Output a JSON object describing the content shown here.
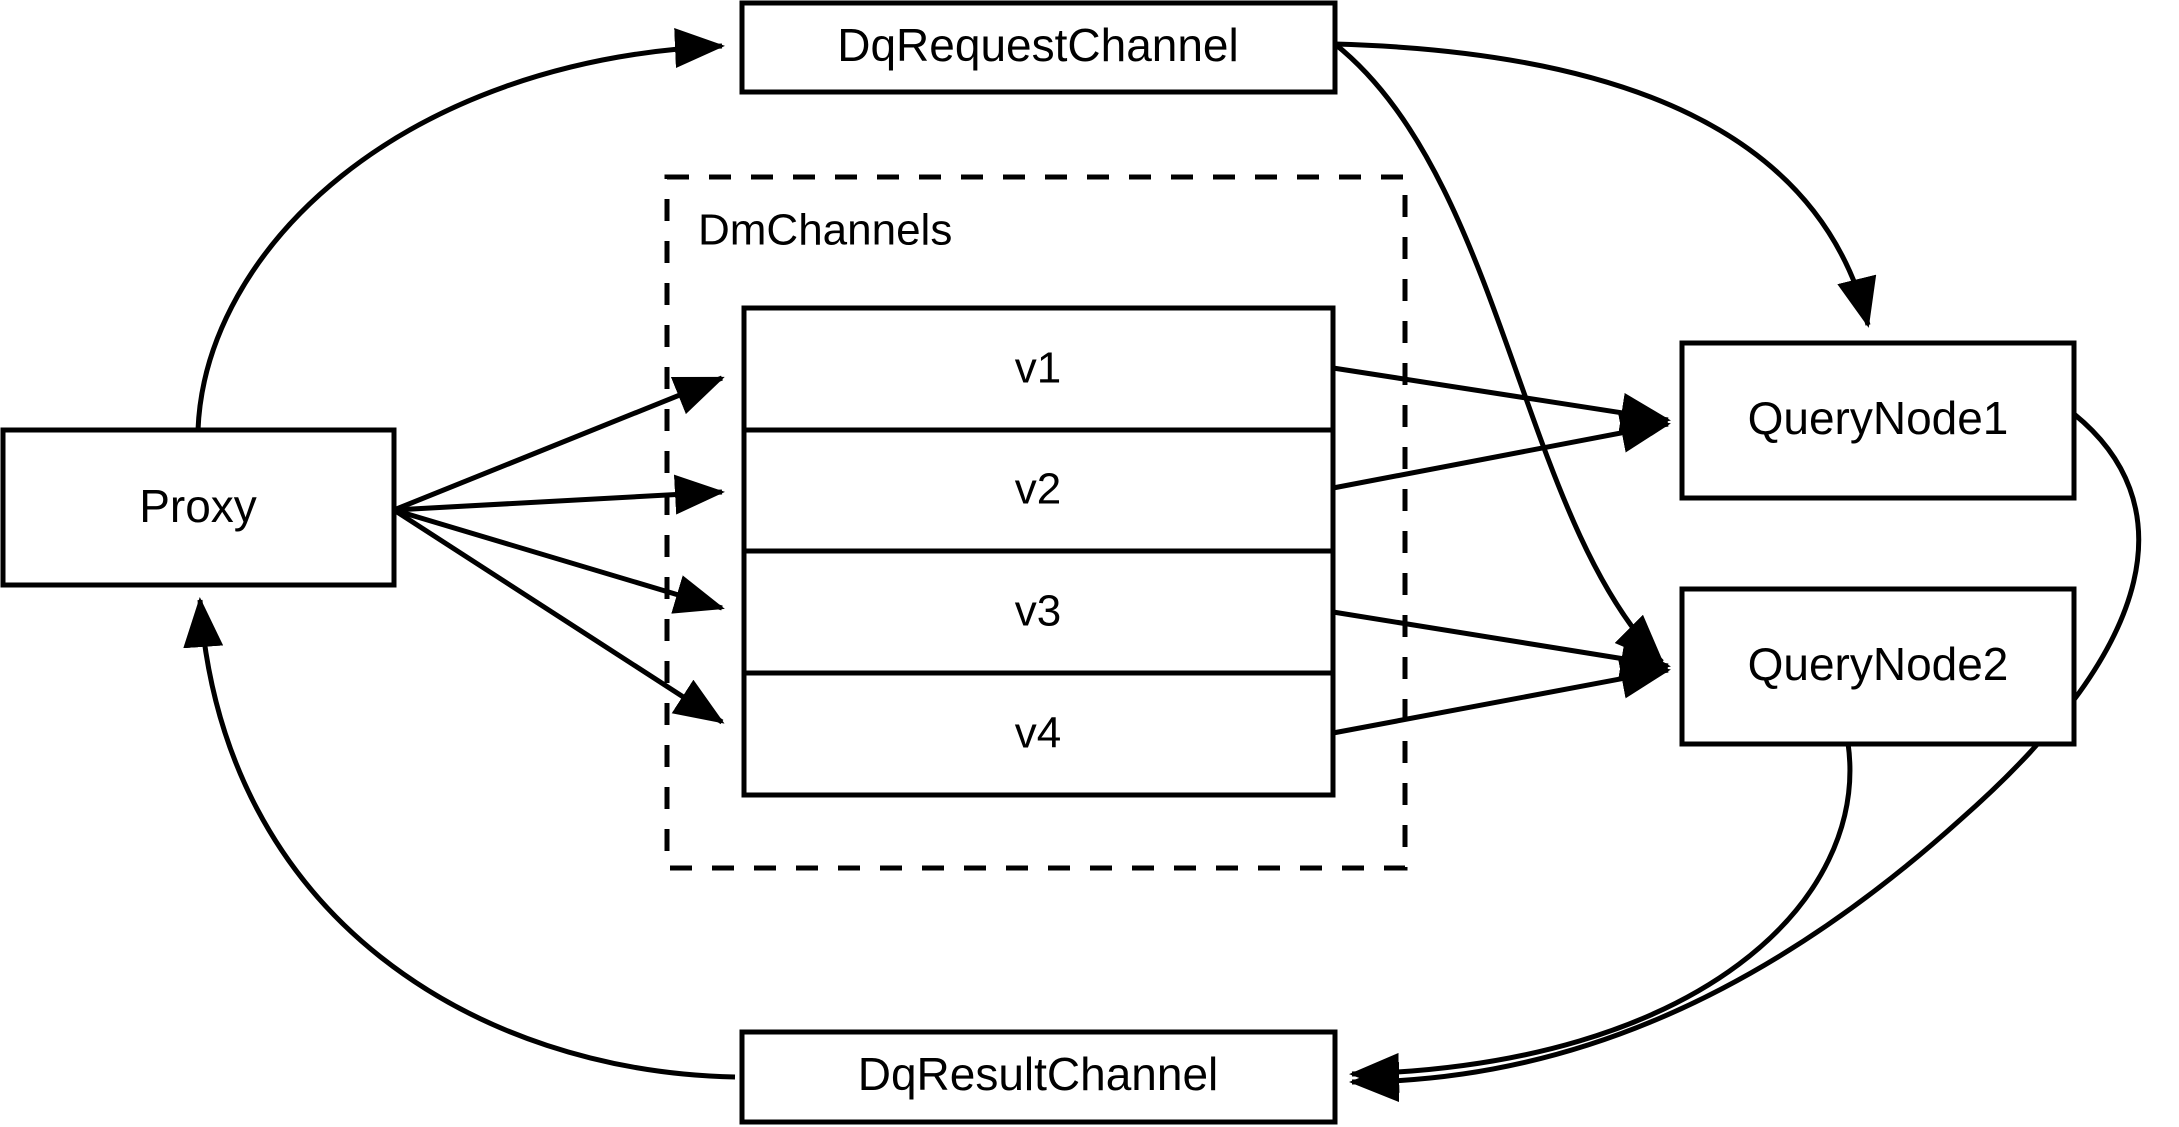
{
  "diagram": {
    "title": "Milvus distributed query message-channel flow",
    "background_color": "#ffffff",
    "stroke_color": "#000000",
    "nodes": {
      "proxy": {
        "label": "Proxy"
      },
      "dq_request_channel": {
        "label": "DqRequestChannel"
      },
      "dq_result_channel": {
        "label": "DqResultChannel"
      },
      "query_node_1": {
        "label": "QueryNode1"
      },
      "query_node_2": {
        "label": "QueryNode2"
      }
    },
    "group": {
      "label": "DmChannels",
      "style": "dashed",
      "rows": [
        {
          "label": "v1"
        },
        {
          "label": "v2"
        },
        {
          "label": "v3"
        },
        {
          "label": "v4"
        }
      ]
    },
    "edges": [
      {
        "from": "Proxy",
        "to": "DqRequestChannel",
        "style": "curved",
        "arrow": "end"
      },
      {
        "from": "Proxy",
        "to": "v1",
        "style": "straight",
        "arrow": "end"
      },
      {
        "from": "Proxy",
        "to": "v2",
        "style": "straight",
        "arrow": "end"
      },
      {
        "from": "Proxy",
        "to": "v3",
        "style": "straight",
        "arrow": "end"
      },
      {
        "from": "Proxy",
        "to": "v4",
        "style": "straight",
        "arrow": "end"
      },
      {
        "from": "DqRequestChannel",
        "to": "QueryNode1",
        "style": "curved",
        "arrow": "end"
      },
      {
        "from": "DqRequestChannel",
        "to": "QueryNode2",
        "style": "curved",
        "arrow": "end"
      },
      {
        "from": "v1",
        "to": "QueryNode1",
        "style": "straight",
        "arrow": "end"
      },
      {
        "from": "v2",
        "to": "QueryNode1",
        "style": "straight",
        "arrow": "end"
      },
      {
        "from": "v3",
        "to": "QueryNode2",
        "style": "straight",
        "arrow": "end"
      },
      {
        "from": "v4",
        "to": "QueryNode2",
        "style": "straight",
        "arrow": "end"
      },
      {
        "from": "QueryNode1",
        "to": "DqResultChannel",
        "style": "curved",
        "arrow": "end"
      },
      {
        "from": "QueryNode2",
        "to": "DqResultChannel",
        "style": "curved",
        "arrow": "end"
      },
      {
        "from": "DqResultChannel",
        "to": "Proxy",
        "style": "curved",
        "arrow": "end"
      }
    ]
  }
}
